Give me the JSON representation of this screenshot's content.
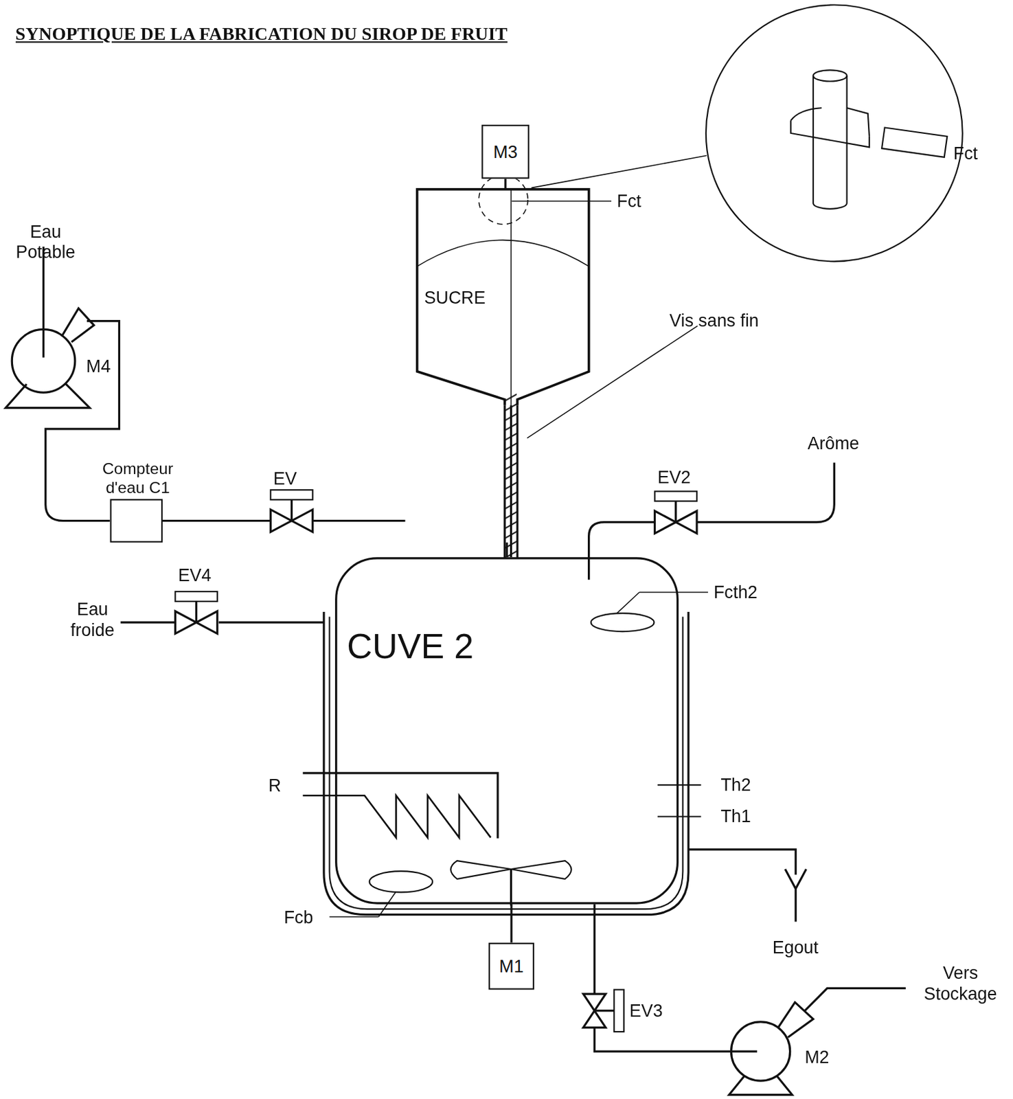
{
  "diagram": {
    "title": "SYNOPTIQUE DE LA FABRICATION DU SIROP DE FRUIT",
    "nodes": [
      {
        "text": [
          "M3"
        ]
      },
      {
        "text": [
          "SUCRE"
        ]
      },
      {
        "text": [
          "Compteur d'eau C1"
        ]
      },
      {
        "text": [
          "CUVE 2"
        ]
      },
      {
        "text": [
          "M1"
        ]
      }
    ],
    "edges": [
      {
        "from": 0,
        "to": 1,
        "arrow": "none"
      },
      {
        "from": 1,
        "to": 3,
        "arrow": "none"
      },
      {
        "from": 2,
        "to": 3,
        "arrow": "none"
      },
      {
        "from": 4,
        "to": 3,
        "arrow": "none"
      }
    ],
    "labels": [
      "Eau Potable",
      "M4",
      "EV",
      "EV4",
      "Eau froide",
      "Fct",
      "Fct",
      "Vis sans fin",
      "Arôme",
      "EV2",
      "Fcth2",
      "R",
      "Th2",
      "Th1",
      "Fcb",
      "Egout",
      "EV3",
      "Vers Stockage",
      "M2"
    ]
  }
}
